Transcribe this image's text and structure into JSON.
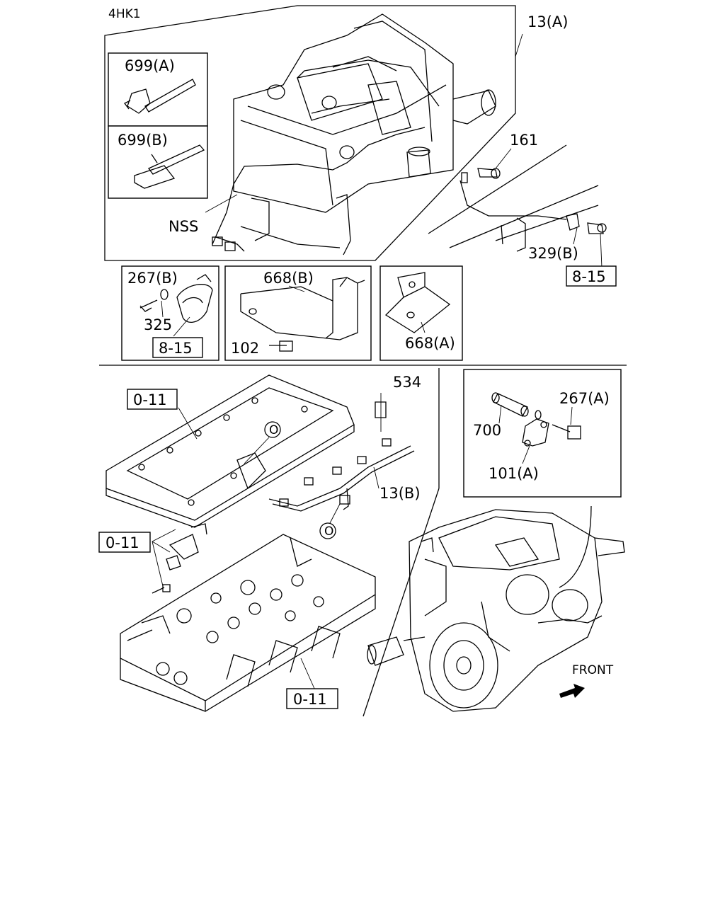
{
  "diagram": {
    "model_label": "4HK1",
    "callouts": {
      "harness_a": "13(A)",
      "clip_a": "699(A)",
      "clip_b": "699(B)",
      "nss": "NSS",
      "bolt_161": "161",
      "cable_329b": "329(B)",
      "ref_8_15_top": "8-15",
      "bolt_267b": "267(B)",
      "washer_325": "325",
      "ref_8_15_box": "8-15",
      "bracket_668b": "668(B)",
      "bolt_102": "102",
      "bracket_668a": "668(A)",
      "bolt_534": "534",
      "ref_0_11_gasket": "0-11",
      "circle_o_upper": "O",
      "harness_b": "13(B)",
      "circle_o_lower": "O",
      "ref_0_11_sensor": "0-11",
      "ref_0_11_head": "0-11",
      "spacer_700": "700",
      "bolt_267a": "267(A)",
      "bracket_101a": "101(A)",
      "front": "FRONT"
    }
  }
}
